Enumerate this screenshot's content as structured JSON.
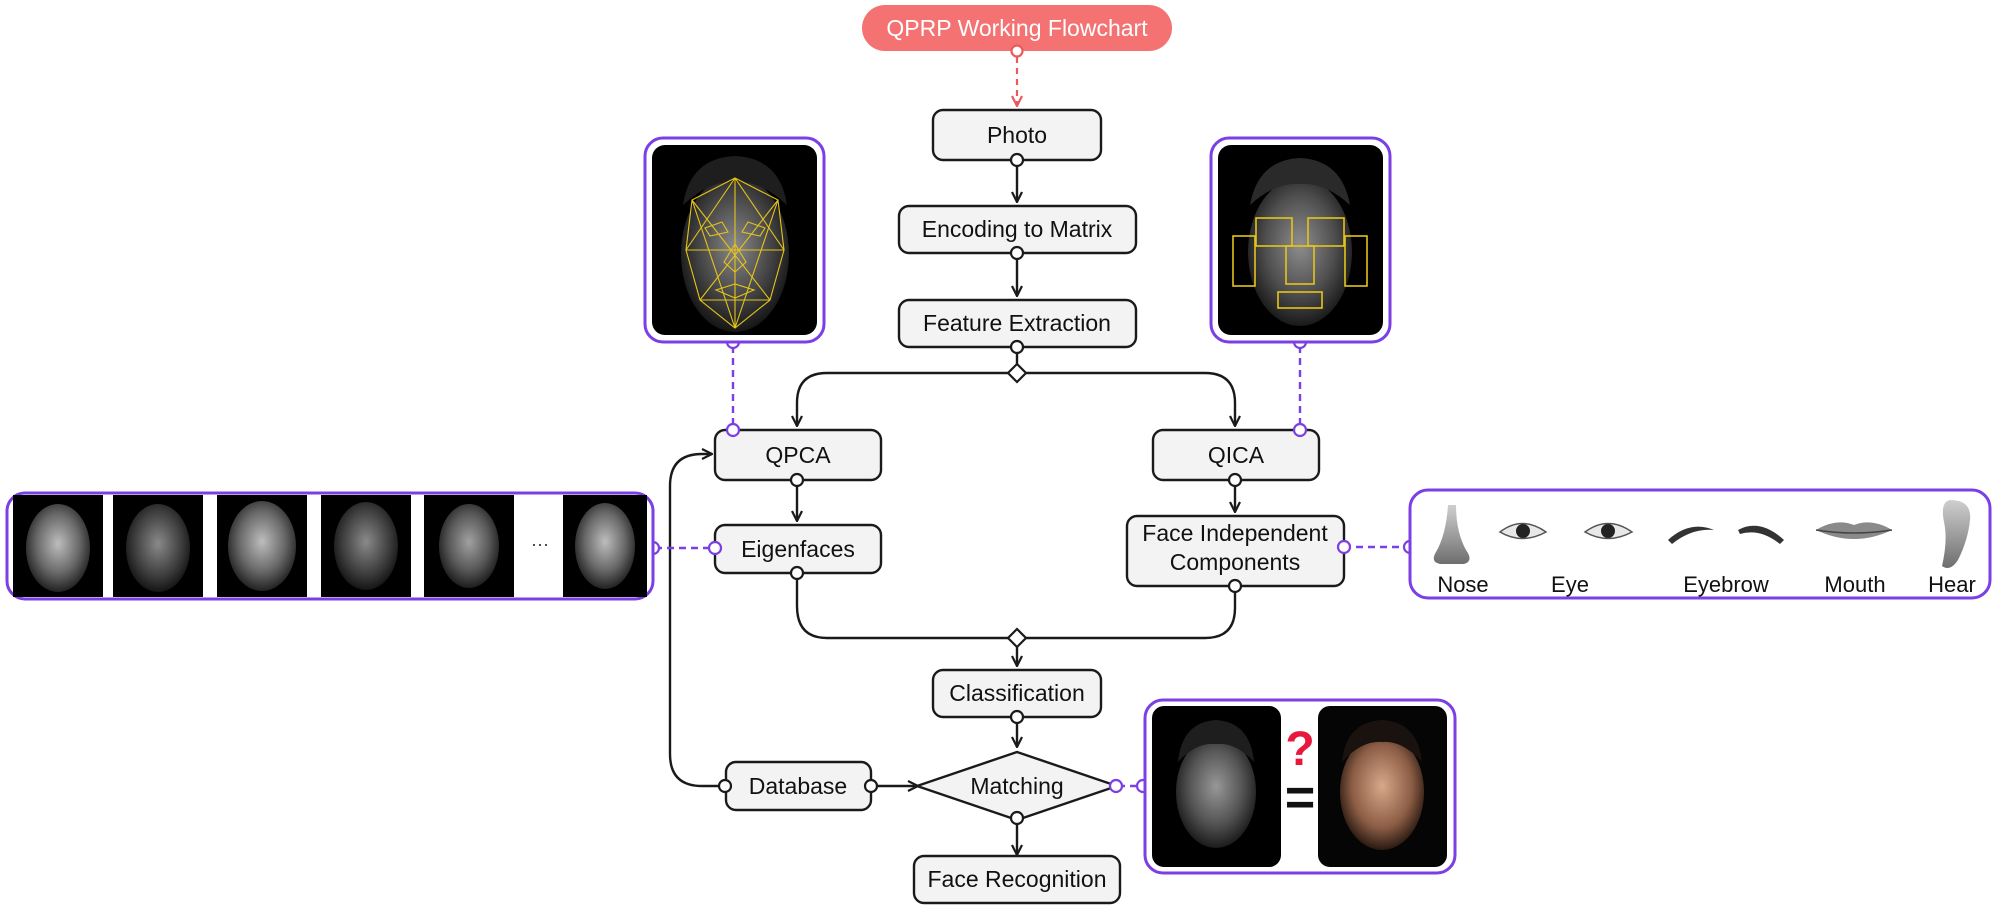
{
  "title": "QPRP Working Flowchart",
  "nodes": {
    "photo": "Photo",
    "encoding": "Encoding to Matrix",
    "feature_extraction": "Feature Extraction",
    "qpca": "QPCA",
    "qica": "QICA",
    "eigenfaces": "Eigenfaces",
    "face_independent_line1": "Face Independent",
    "face_independent_line2": "Components",
    "classification": "Classification",
    "database": "Database",
    "matching": "Matching",
    "face_recognition": "Face Recognition"
  },
  "eigenfaces_strip": {
    "ellipsis": "···"
  },
  "features": [
    "Nose",
    "Eye",
    "Eyebrow",
    "Mouth",
    "Hear"
  ],
  "comparison": {
    "question_mark": "?",
    "equals_sign": "="
  },
  "colors": {
    "title_fill": "#f47272",
    "title_connector": "#ea5a5a",
    "accent_purple": "#7b3fe4",
    "box_fill": "#f3f3f3",
    "line": "#1a1a1a",
    "question_mark": "#e8183c"
  }
}
